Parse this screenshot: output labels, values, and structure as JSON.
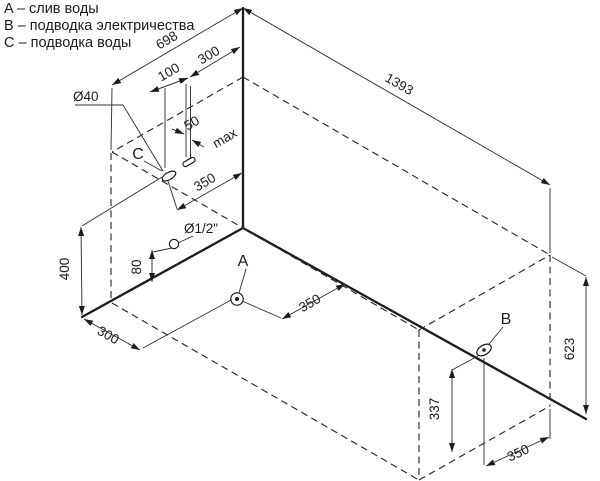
{
  "legend": {
    "items": [
      {
        "key": "A",
        "label": "A – слив воды"
      },
      {
        "key": "B",
        "label": "B – подводка электричества"
      },
      {
        "key": "C",
        "label": "C – подводка воды"
      }
    ]
  },
  "labels": {
    "width_top": "698",
    "length_top": "1393",
    "corner_to_pipes": "300",
    "pipes_to_supply": "100",
    "pipes_gap": "50",
    "pipes_gap_note": "max",
    "supply_hole_diameter": "Ø40",
    "supply_from_corner": "350",
    "supply_height": "400",
    "fitting_diameter": "Ø1/2\"",
    "fitting_height": "80",
    "drain_from_left_wall": "300",
    "drain_from_right_wall": "350",
    "electric_height": "337",
    "electric_from_end": "350",
    "rim_height": "623",
    "point_a": "A",
    "point_b": "B",
    "point_c": "C"
  },
  "colors": {
    "line": "#1c1c1c",
    "background": "#ffffff"
  }
}
